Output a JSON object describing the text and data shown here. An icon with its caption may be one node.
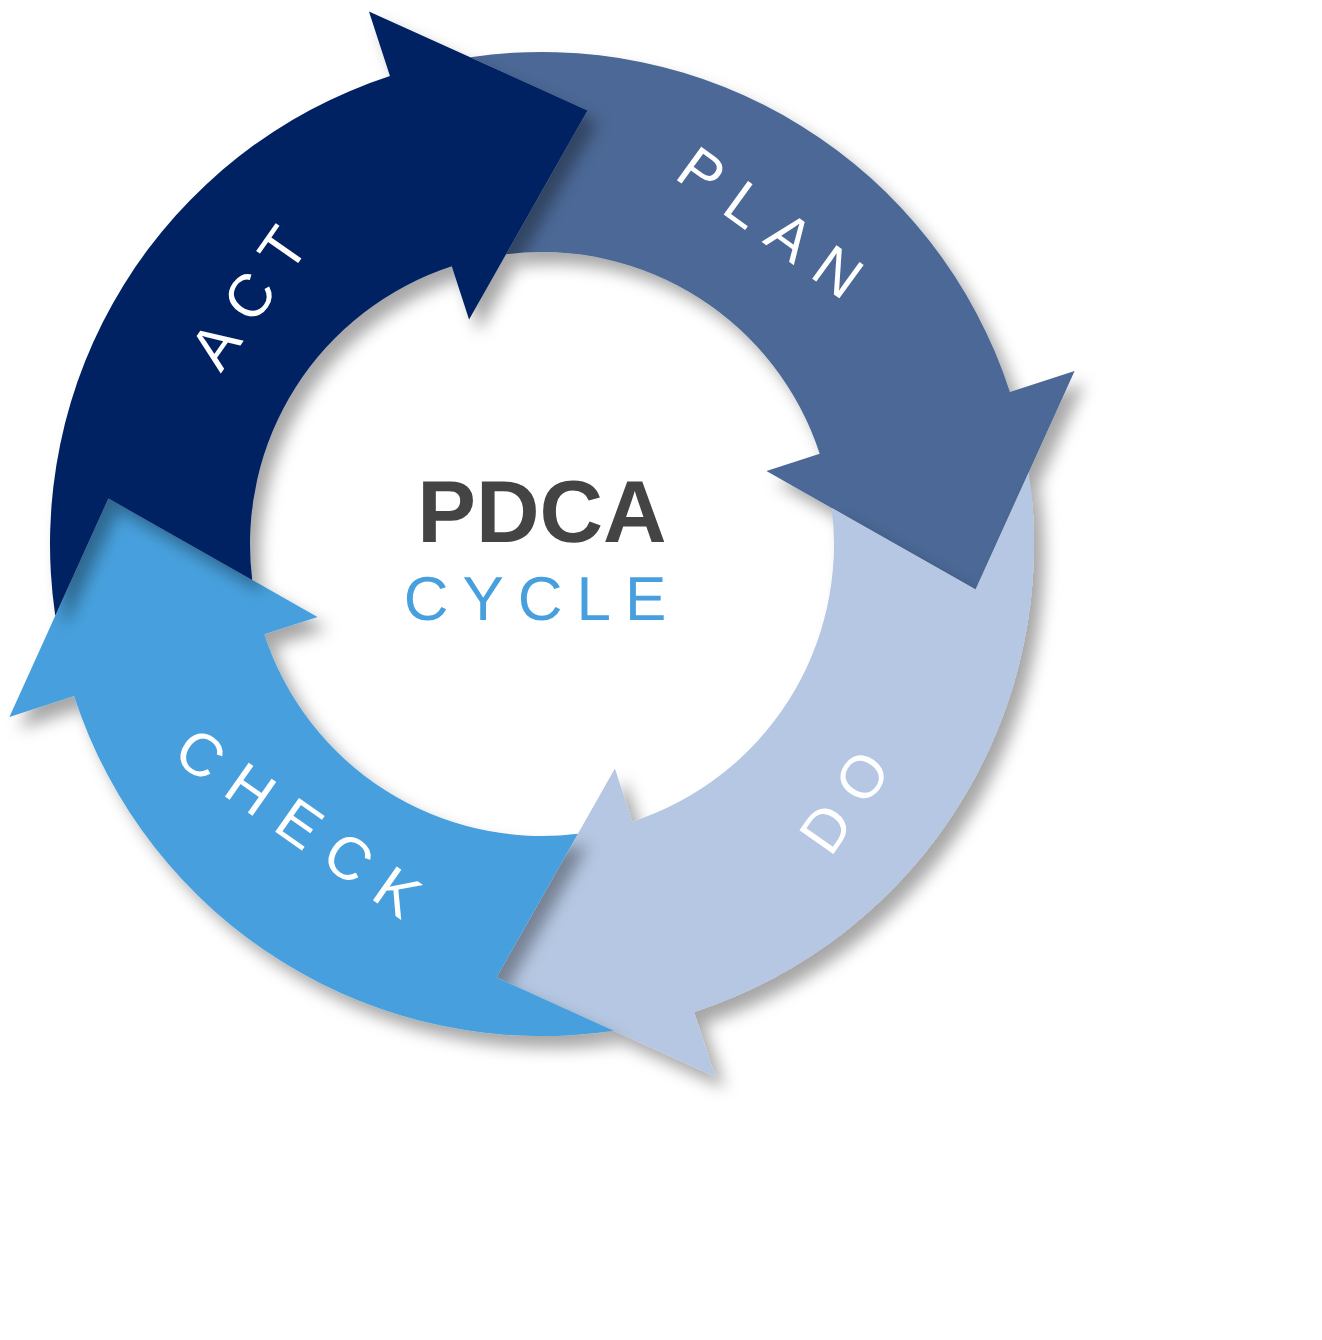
{
  "diagram": {
    "nodes": [
      {
        "text": [
          "PLAN"
        ]
      },
      {
        "text": [
          "DO"
        ]
      },
      {
        "text": [
          "CHECK"
        ]
      },
      {
        "text": [
          "ACT"
        ]
      }
    ],
    "labels": [
      "PDCA",
      "CYCLE"
    ]
  }
}
